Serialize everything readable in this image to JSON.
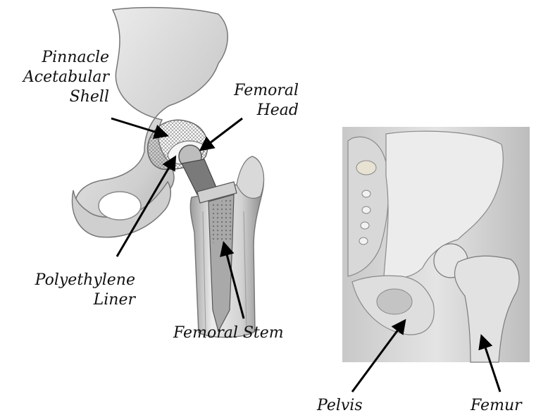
{
  "left_figure": {
    "labels": {
      "shell": [
        "Pinnacle",
        "Acetabular",
        "Shell"
      ],
      "head": [
        "Femoral",
        "Head"
      ],
      "liner": [
        "Polyethylene",
        "Liner"
      ],
      "stem": "Femoral Stem"
    }
  },
  "right_figure": {
    "labels": {
      "pelvis": "Pelvis",
      "femur": "Femur"
    }
  },
  "colors": {
    "bone_light": "#e9e9e9",
    "bone_mid": "#bdbdbd",
    "bone_dark": "#6f6f6f",
    "implant": "#8c8c8c",
    "background_panel": "#d6d6d6",
    "arrow": "#000000"
  }
}
